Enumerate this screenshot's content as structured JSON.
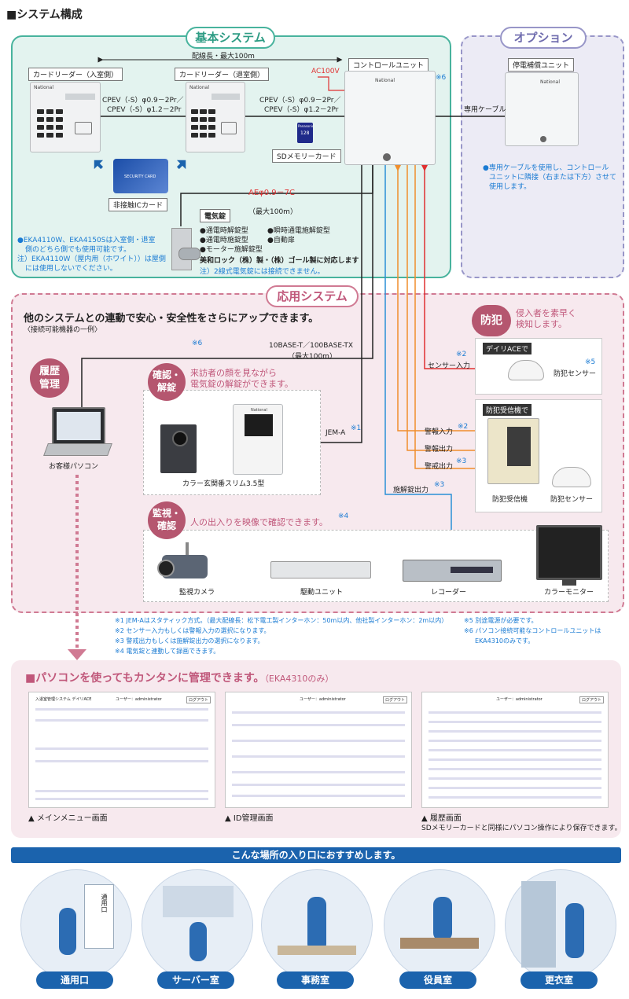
{
  "header": {
    "title": "■システム構成"
  },
  "basic": {
    "title": "基本システム",
    "wiring_length": "配線長・最大100m",
    "reader_in": "カードリーダー（入室側）",
    "reader_out": "カードリーダー（退室側）",
    "cable1": "CPEV（-S）φ0.9－2Pr／",
    "cable2": "CPEV（-S）φ1.2－2Pr",
    "cable3": "CPEV（-S）φ0.9－2Pr／",
    "cable4": "CPEV（-S）φ1.2－2Pr",
    "ac": "AC100V",
    "control": "コントロールユニット",
    "note6": "※6",
    "sd": "SDメモリーカード",
    "sd_logo": "Panasonic",
    "sd_cap": "128",
    "card": "非接触ICカード",
    "card_text": "SECURITY CARD",
    "brand": "National",
    "ae_cable": "AEφ0.9－7C",
    "ae_len": "（最大100m）",
    "lock_title": "電気錠",
    "lock_items": [
      "●通電時解錠型",
      "●瞬時通電施解錠型",
      "●通電時施錠型",
      "●自動扉",
      "●モーター施解錠型"
    ],
    "lock_note1": "美和ロック（株）製・（株）ゴール製に対応します",
    "lock_note2": "注）2線式電気錠には接続できません。",
    "notes": [
      "●EKA4110W、EKA4150Sは入室側・退室",
      "側のどちら側でも使用可能です。",
      "注）EKA4110W（屋内用（ホワイト））は屋側",
      "には使用しないでください。"
    ]
  },
  "option": {
    "title": "オプション",
    "unit": "停電補償ユニット",
    "cable": "専用ケーブル",
    "notes": [
      "●専用ケーブルを使用し、コントロール",
      "ユニットに隣接（右または下方）させて",
      "使用します。"
    ]
  },
  "applied": {
    "title": "応用システム",
    "headline": "他のシステムとの連動で安心・安全性をさらにアップできます。",
    "sub": "〈接続可能機器の一例〉",
    "note6": "※6",
    "lan": "10BASE-T／100BASE-TX",
    "lan_len": "（最大100m）",
    "history_badge": [
      "履歴",
      "管理"
    ],
    "pc": "お客様パソコン",
    "verify_badge": [
      "確認・",
      "解錠"
    ],
    "verify_desc1": "来訪者の顔を見ながら",
    "verify_desc2": "電気錠の解錠ができます。",
    "jema": "JEM-A",
    "jema_note": "※1",
    "doorphone": "カラー玄関番スリム3.5型",
    "security_badge": "防犯",
    "security_desc1": "侵入者を素早く",
    "security_desc2": "検知します。",
    "daily_ace": "デイリACEで",
    "sensor_in": "センサー入力",
    "sensor_in_note": "※2",
    "sensor1": "防犯センサー",
    "sensor1_note": "※5",
    "receiver_title": "防犯受信機で",
    "alarm_in": "警報入力",
    "alarm_in_note": "※2",
    "alarm_out": "警報出力",
    "guard_out": "警戒出力",
    "guard_out_note": "※3",
    "lock_out": "施解錠出力",
    "lock_out_note": "※3",
    "receiver": "防犯受信機",
    "sensor2": "防犯センサー",
    "monitor_badge": [
      "監視・",
      "確認"
    ],
    "monitor_desc": "人の出入りを映像で確認できます。",
    "monitor_note": "※4",
    "camera": "監視カメラ",
    "driver": "駆動ユニット",
    "recorder": "レコーダー",
    "tv": "カラーモニター"
  },
  "footnotes": {
    "left": [
      "※1 JEM-Aはスタティック方式。（最大配線長：松下電工製インターホン：50m以内、他社製インターホン：2m以内）",
      "※2 センサー入力もしくは警報入力の選択になります。",
      "※3 警戒出力もしくは施解錠出力の選択になります。",
      "※4 電気錠と連動して録画できます。"
    ],
    "right": [
      "※5 別途電源が必要です。",
      "※6 パソコン接続可能なコントロールユニットは",
      "EKA4310のみです。"
    ]
  },
  "pcmgmt": {
    "title": "■パソコンを使ってもカンタンに管理できます。",
    "title_suffix": "（EKA4310のみ）",
    "screens": [
      "▲ メインメニュー画面",
      "▲ ID管理画面",
      "▲ 履歴画面"
    ],
    "screen_note": "SDメモリーカードと同様にパソコン操作により保存できます。",
    "screen_app": "入退室管理システム デイリACE",
    "screen_user": "ユーザー：administrator",
    "screen_btn": "ログアウト"
  },
  "places": {
    "banner": "こんな場所の入り口におすすめします。",
    "items": [
      "通用口",
      "サーバー室",
      "事務室",
      "役員室",
      "更衣室"
    ],
    "door_sign": "通用口"
  },
  "colors": {
    "teal": "#48b39d",
    "teal_bg": "#e3f3ef",
    "lav": "#9896c8",
    "lav_bg": "#ecebf5",
    "pink": "#d07a93",
    "pink_bg": "#f7e9ee",
    "orange": "#f08e2c",
    "red": "#e03030",
    "blue": "#2a8fd6"
  }
}
